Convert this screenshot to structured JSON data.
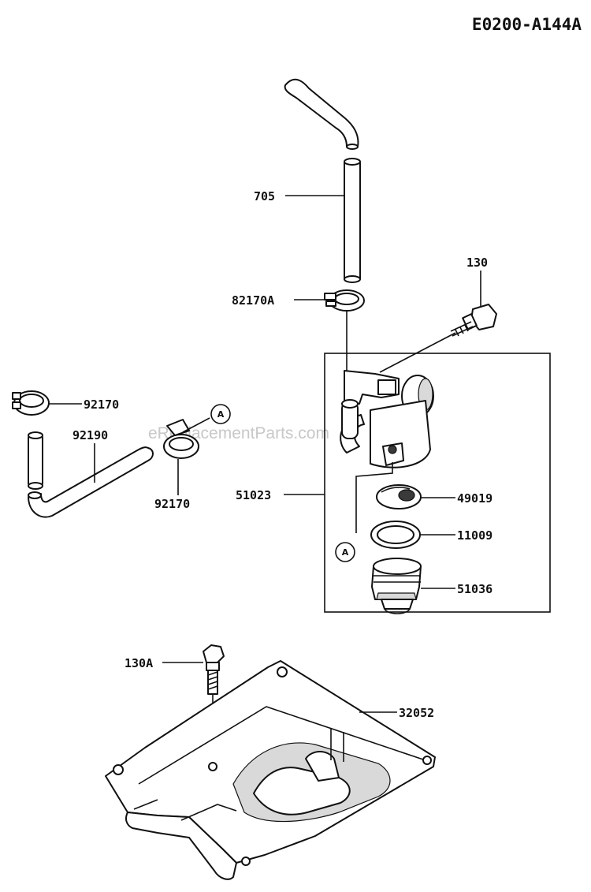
{
  "diagram_code": "E0200-A144A",
  "watermark": "eReplacementParts.com",
  "callouts": {
    "p705": "705",
    "p130": "130",
    "p82170A": "82170A",
    "p92170_top": "92170",
    "p92190": "92190",
    "p92170_bottom": "92170",
    "p51023": "51023",
    "p49019": "49019",
    "p11009": "11009",
    "p51036": "51036",
    "p130A": "130A",
    "p32052": "32052"
  },
  "reference_markers": {
    "a_clamp": "A",
    "a_filter": "A"
  }
}
